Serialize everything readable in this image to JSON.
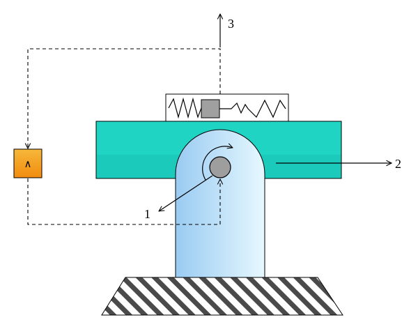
{
  "labels": {
    "pivot": "1",
    "slider": "2",
    "output": "3"
  },
  "amplifier": {
    "symbol": "∧"
  },
  "colors": {
    "slider_fill": "#20D4C4",
    "amplifier_fill": "#F7A01B",
    "column_light": "#E2F6FD",
    "column_dark": "#9ACBF2",
    "pivot_fill": "#9E9E9E",
    "sensor_mass": "#A0A0A0",
    "line": "#000000"
  }
}
